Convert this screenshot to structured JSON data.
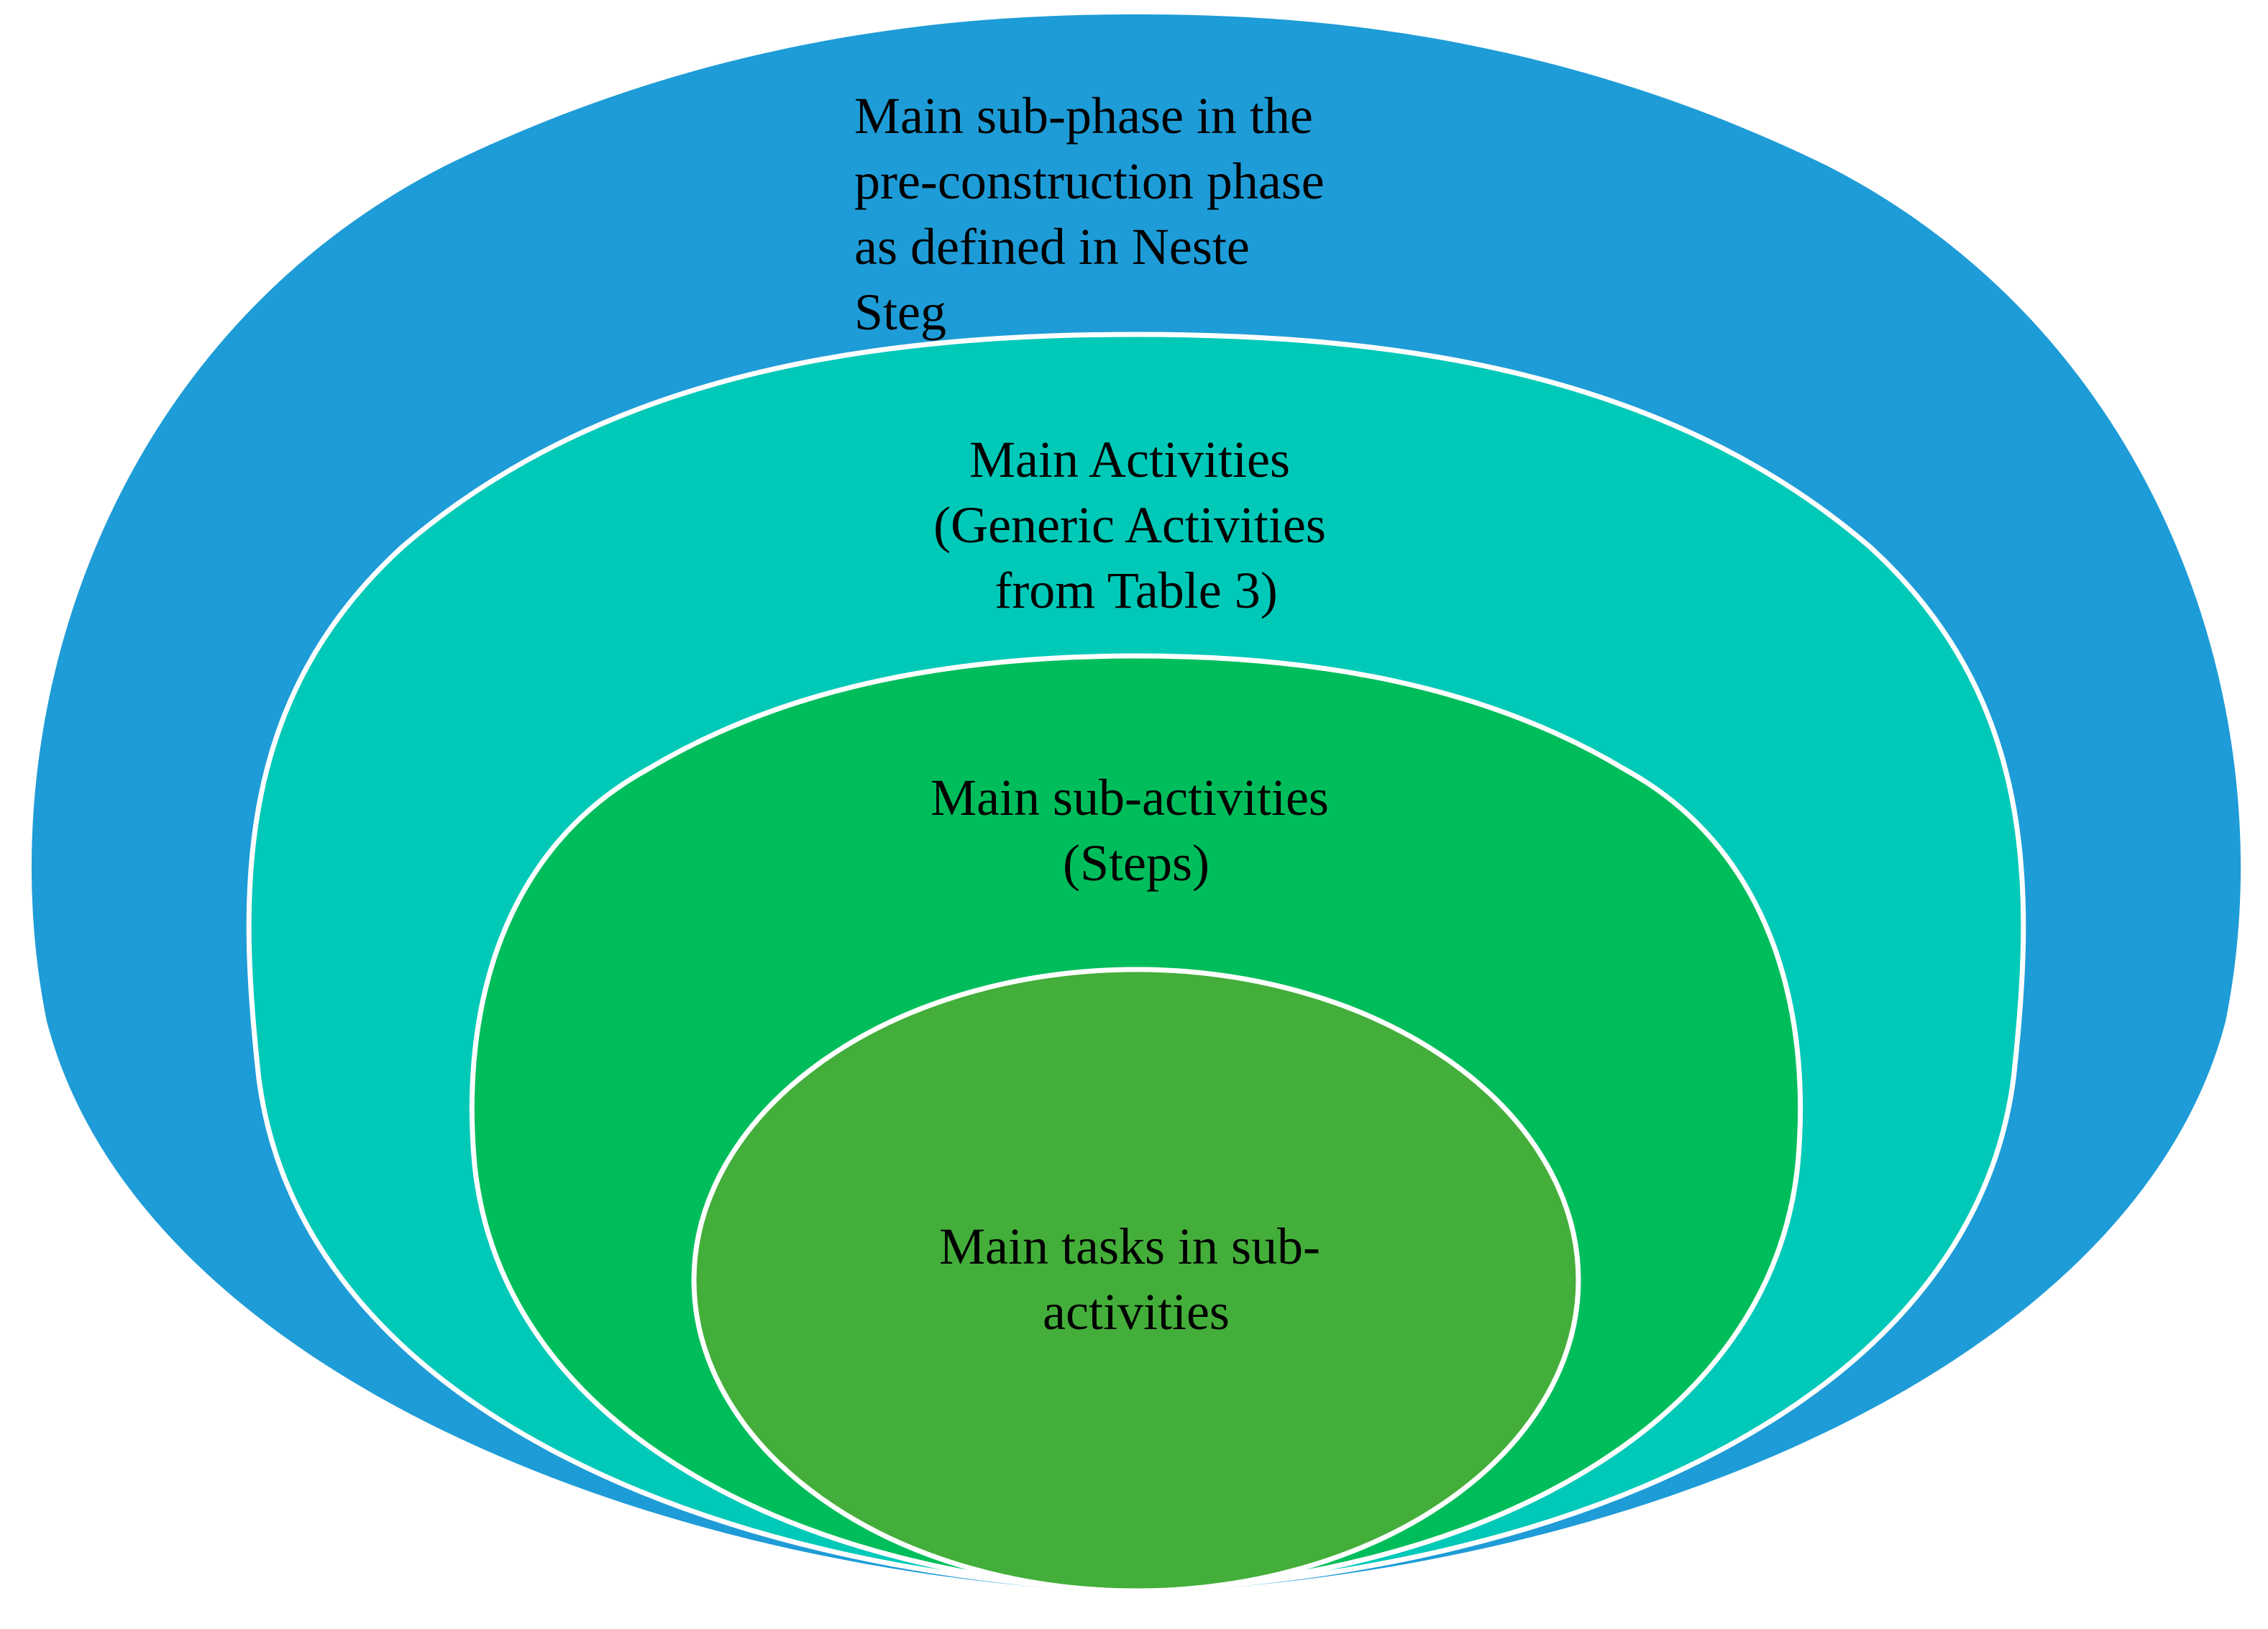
{
  "diagram": {
    "rings": [
      {
        "id": "sub-phase",
        "lines": [
          "Main sub-phase in the",
          "pre-construction phase",
          "as defined in Neste",
          "Steg"
        ],
        "fill": "#1E9CD7"
      },
      {
        "id": "main-activities",
        "lines": [
          "Main Activities",
          "(Generic Activities",
          "from Table 3)"
        ],
        "fill": "#00C9B8"
      },
      {
        "id": "main-sub-activities",
        "lines": [
          "Main sub-activities",
          "(Steps)"
        ],
        "fill": "#00BD5B"
      },
      {
        "id": "main-tasks",
        "lines": [
          "Main tasks in sub-",
          "activities"
        ],
        "fill": "#44AE3A"
      }
    ],
    "outline_color": "#FFFFFF"
  }
}
